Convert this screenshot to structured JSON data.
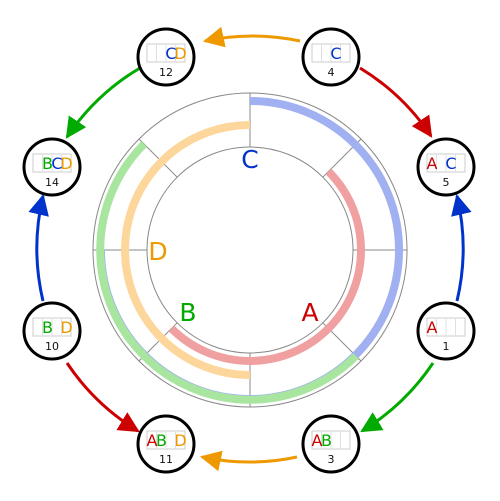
{
  "colors": {
    "A": "#cc0000",
    "B": "#00aa00",
    "C": "#0033cc",
    "D": "#ee9900",
    "A_band": "#f0a0a0",
    "B_band": "#a8e6a0",
    "C_band": "#a0b0f0",
    "D_band": "#fcd69a"
  },
  "center_labels": [
    {
      "letter": "C",
      "color_key": "C"
    },
    {
      "letter": "D",
      "color_key": "D"
    },
    {
      "letter": "B",
      "color_key": "B"
    },
    {
      "letter": "A",
      "color_key": "A"
    }
  ],
  "nodes": [
    {
      "id": "n12",
      "number": "12",
      "letters": [
        "",
        "",
        "C",
        "D"
      ]
    },
    {
      "id": "n4",
      "number": "4",
      "letters": [
        "",
        "",
        "C",
        ""
      ]
    },
    {
      "id": "n14",
      "number": "14",
      "letters": [
        "",
        "B",
        "C",
        "D"
      ]
    },
    {
      "id": "n5",
      "number": "5",
      "letters": [
        "A",
        "",
        "C",
        ""
      ]
    },
    {
      "id": "n10",
      "number": "10",
      "letters": [
        "",
        "B",
        "",
        "D"
      ]
    },
    {
      "id": "n1",
      "number": "1",
      "letters": [
        "A",
        "",
        "",
        ""
      ]
    },
    {
      "id": "n11",
      "number": "11",
      "letters": [
        "A",
        "B",
        "",
        "D"
      ]
    },
    {
      "id": "n3",
      "number": "3",
      "letters": [
        "A",
        "B",
        "",
        ""
      ]
    }
  ],
  "edges": [
    {
      "from": "n4",
      "to": "n12",
      "color_key": "D"
    },
    {
      "from": "n4",
      "to": "n5",
      "color_key": "A"
    },
    {
      "from": "n12",
      "to": "n14",
      "color_key": "B"
    },
    {
      "from": "n10",
      "to": "n14",
      "color_key": "C"
    },
    {
      "from": "n1",
      "to": "n5",
      "color_key": "C"
    },
    {
      "from": "n10",
      "to": "n11",
      "color_key": "A"
    },
    {
      "from": "n1",
      "to": "n3",
      "color_key": "B"
    },
    {
      "from": "n3",
      "to": "n11",
      "color_key": "D"
    }
  ]
}
